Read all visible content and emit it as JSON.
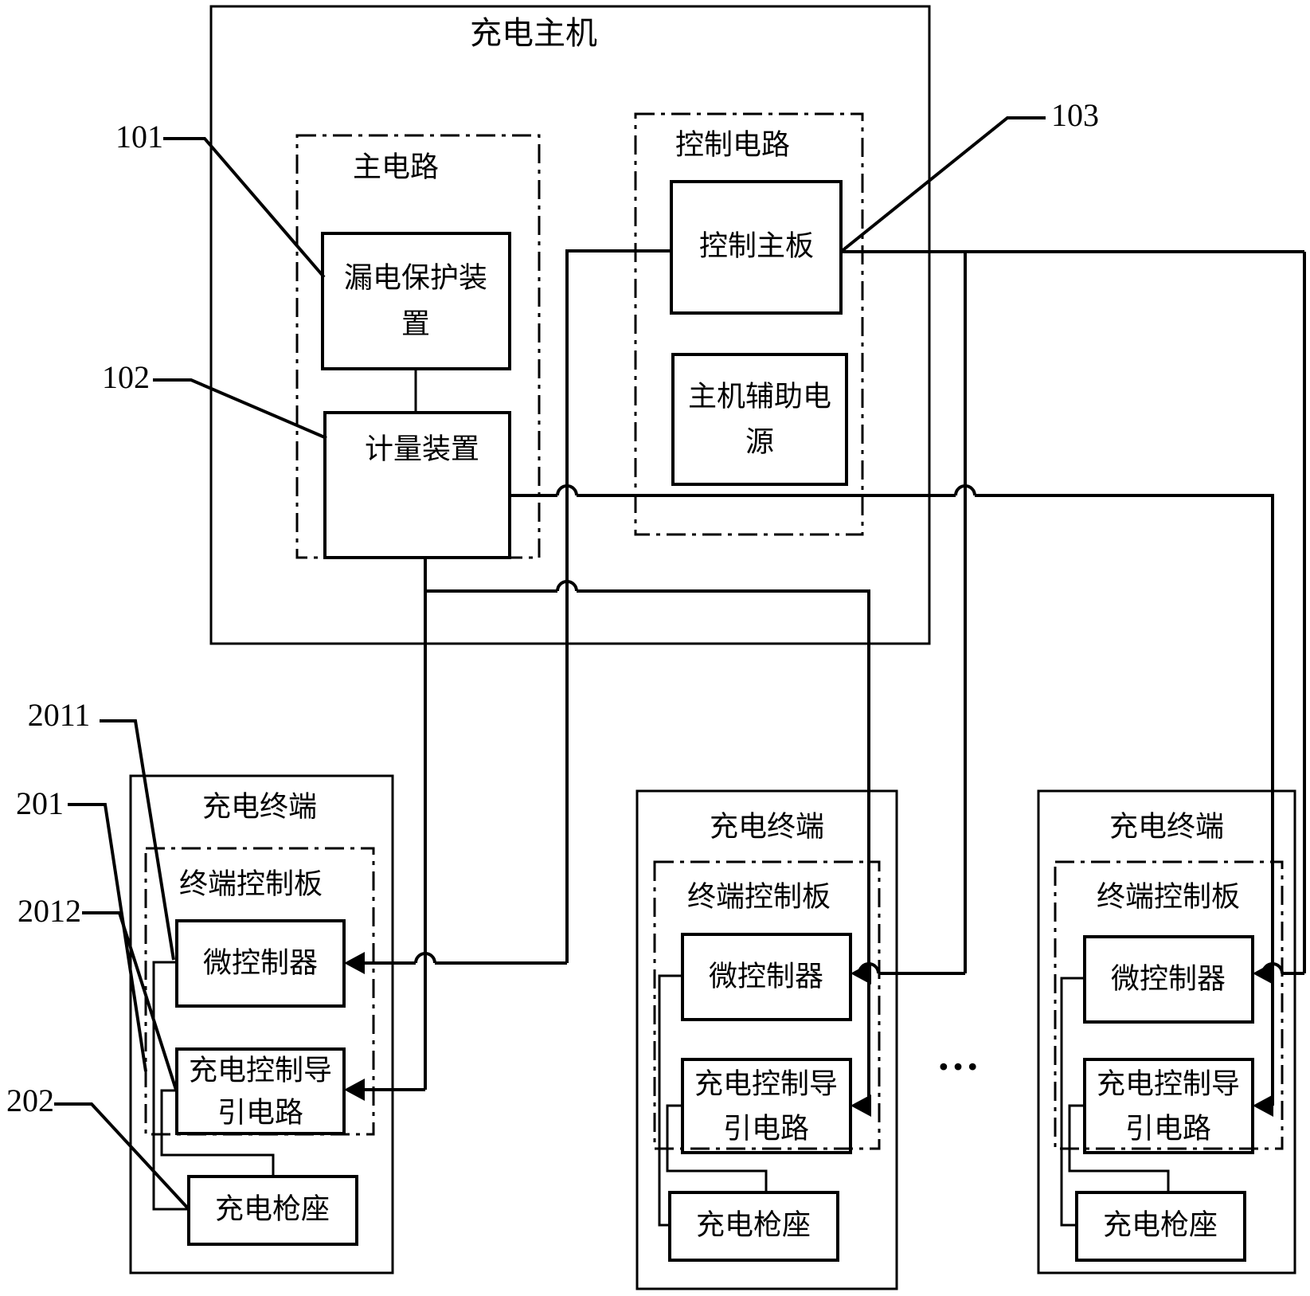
{
  "host": {
    "title": "充电主机",
    "main_circuit": {
      "label": "主电路",
      "leakage_line1": "漏电保护装",
      "leakage_line2": "置",
      "meter": "计量装置"
    },
    "control_circuit": {
      "label": "控制电路",
      "board": "控制主板",
      "aux_line1": "主机辅助电",
      "aux_line2": "源"
    }
  },
  "terminals": [
    {
      "title": "充电终端",
      "board": "终端控制板",
      "mcu": "微控制器",
      "pilot_line1": "充电控制导",
      "pilot_line2": "引电路",
      "gun": "充电枪座"
    },
    {
      "title": "充电终端",
      "board": "终端控制板",
      "mcu": "微控制器",
      "pilot_line1": "充电控制导",
      "pilot_line2": "引电路",
      "gun": "充电枪座"
    },
    {
      "title": "充电终端",
      "board": "终端控制板",
      "mcu": "微控制器",
      "pilot_line1": "充电控制导",
      "pilot_line2": "引电路",
      "gun": "充电枪座"
    }
  ],
  "refs": {
    "r101": "101",
    "r102": "102",
    "r103": "103",
    "r2011": "2011",
    "r201": "201",
    "r2012": "2012",
    "r202": "202"
  },
  "ellipsis": "…",
  "colors": {
    "line": "#000000",
    "background": "#ffffff"
  }
}
